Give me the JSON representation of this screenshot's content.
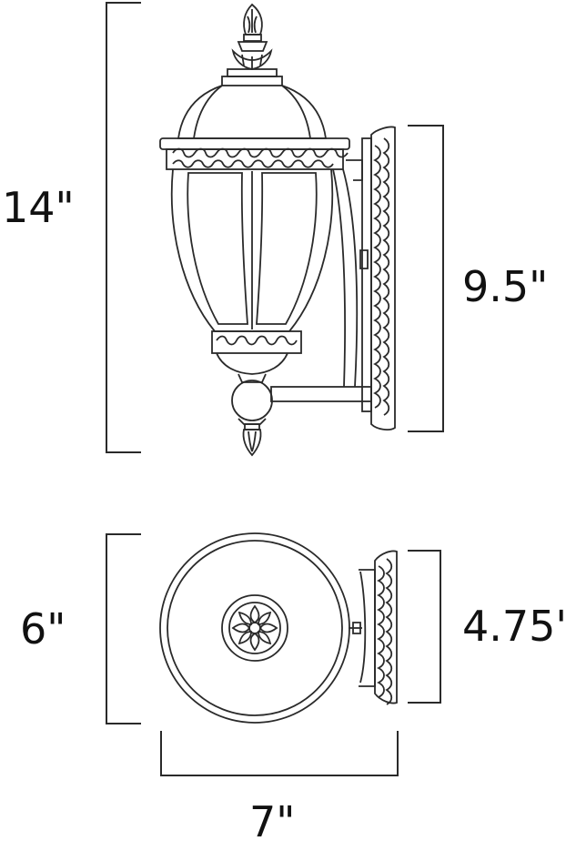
{
  "dimensions": {
    "height_overall": "14\"",
    "backplate_height": "9.5\"",
    "diameter_outer": "6\"",
    "diameter_backplate": "4.75\"",
    "extension": "7\""
  }
}
